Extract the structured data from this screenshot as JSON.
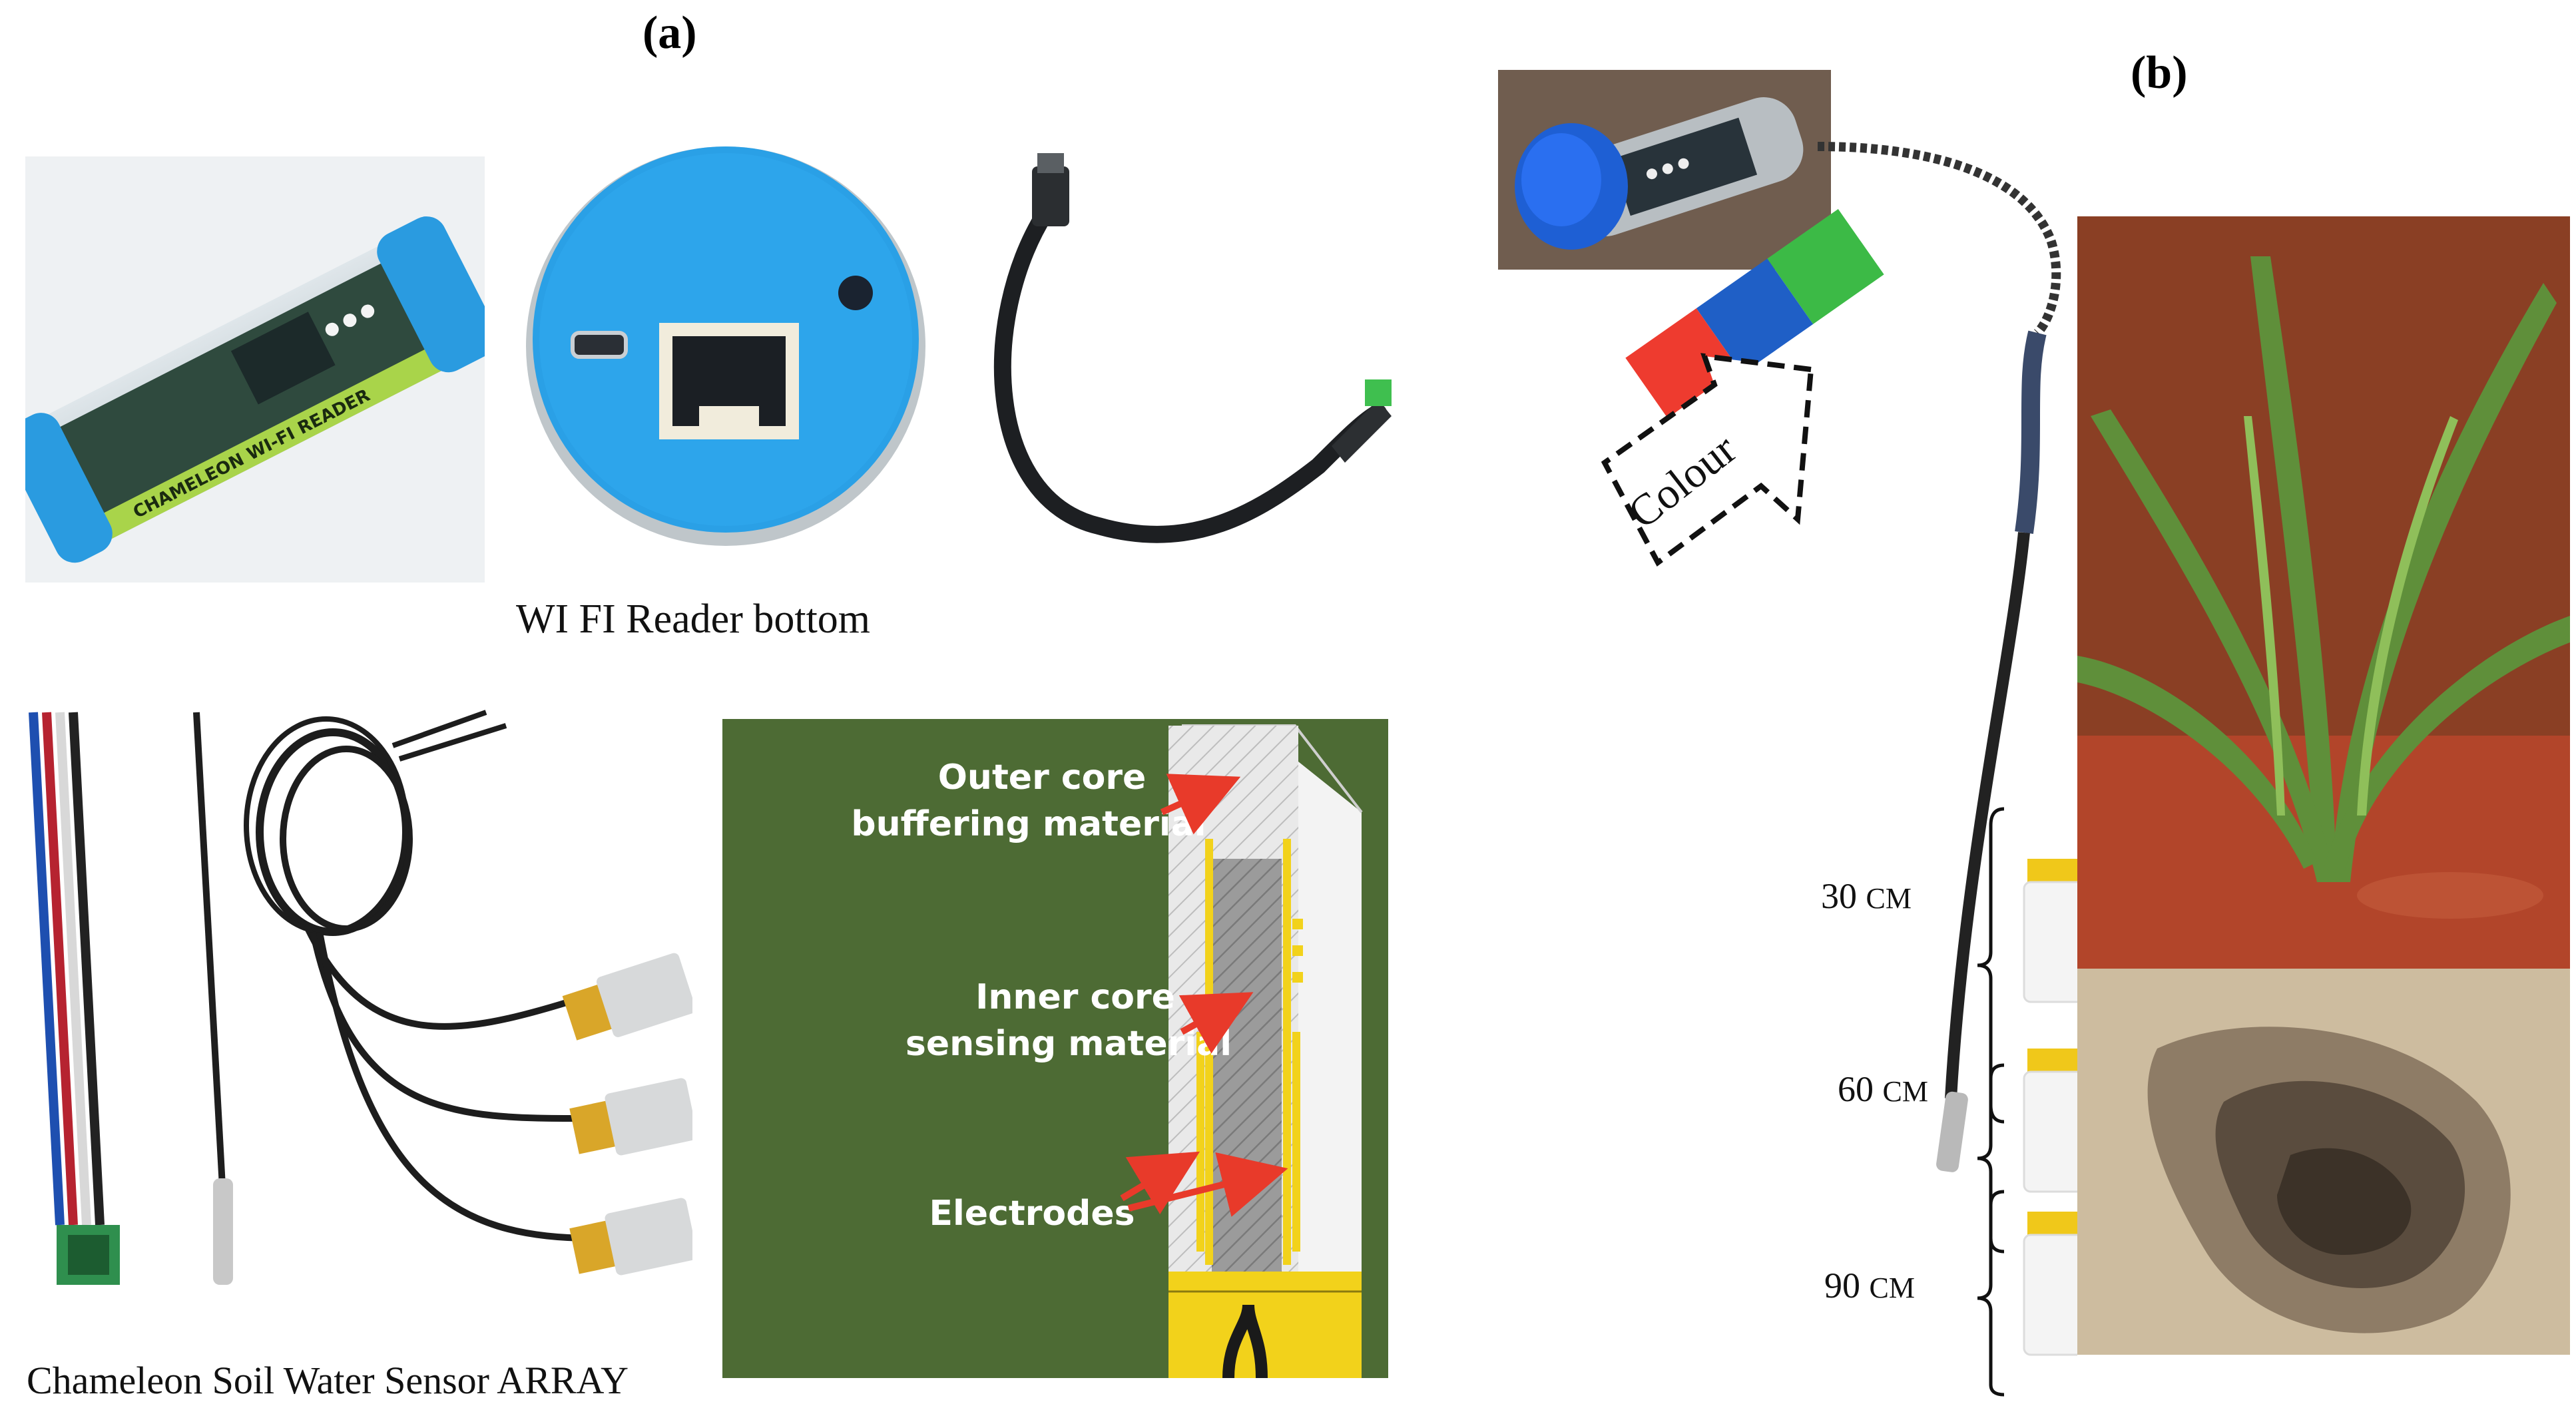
{
  "panel_a": {
    "label": "(a)",
    "caption_reader": "WI FI Reader bottom",
    "caption_array": "Chameleon Soil Water Sensor ARRAY",
    "reader_body_text": "CHAMELEON WI-FI READER",
    "schematic": {
      "outer_core": [
        "Outer core",
        "buffering material"
      ],
      "inner_core": [
        "Inner core",
        "sensing material"
      ],
      "electrodes": "Electrodes"
    }
  },
  "panel_b": {
    "label": "(b)",
    "colour_label": "Colour",
    "depths": [
      {
        "value": "30",
        "unit": "CM"
      },
      {
        "value": "60",
        "unit": "CM"
      },
      {
        "value": "90",
        "unit": "CM"
      }
    ]
  },
  "colors": {
    "reader_blue": "#2aa0e6",
    "schematic_green": "#4d6b34",
    "sensor_yellow": "#f2d21b",
    "arrow_red": "#e83a2a",
    "swatch_green": "#3cba46",
    "swatch_blue": "#1f5fc6",
    "swatch_red": "#ee3b2f"
  }
}
